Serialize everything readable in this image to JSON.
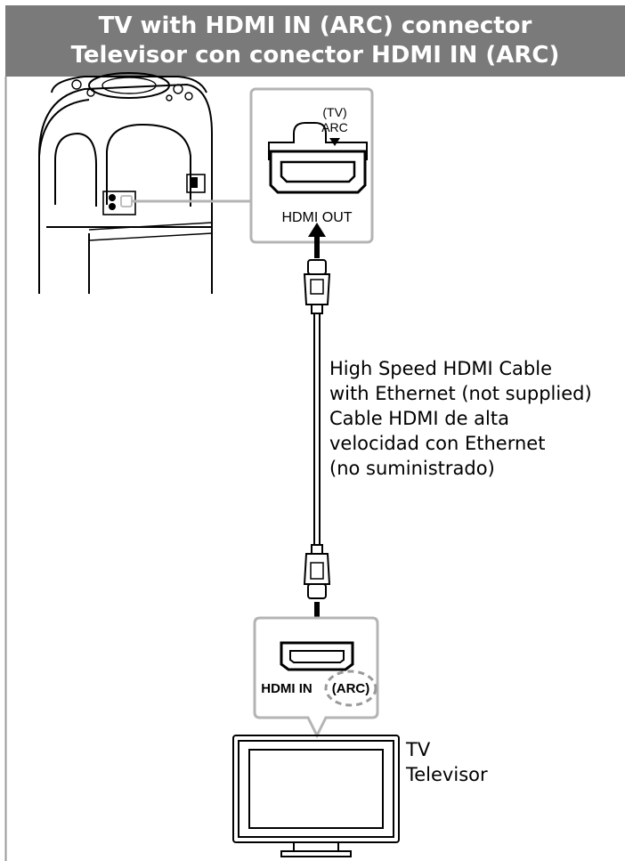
{
  "header": {
    "title_en": "TV with HDMI IN (ARC) connector",
    "title_es": "Televisor con conector HDMI IN (ARC)"
  },
  "speaker_port": {
    "tv_label": "(TV)",
    "arc_label": "ARC",
    "port_label": "HDMI OUT"
  },
  "cable": {
    "label_lines": [
      "High Speed HDMI Cable",
      "with Ethernet (not supplied)",
      "Cable HDMI de alta",
      "velocidad con Ethernet",
      "(no suministrado)"
    ]
  },
  "tv_port": {
    "port_label": "HDMI IN",
    "arc_label": "(ARC)"
  },
  "tv": {
    "label_en": "TV",
    "label_es": "Televisor"
  },
  "colors": {
    "header_bg": "#7a7a7a",
    "callout_border": "#b4b4b4",
    "arc_highlight": "#9a9a9a"
  }
}
